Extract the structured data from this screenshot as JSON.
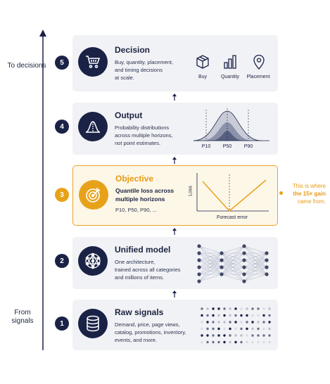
{
  "axis": {
    "top_label": "To decisions",
    "bottom_label": "From signals"
  },
  "stages": [
    {
      "number": "5",
      "title": "Decision",
      "text": [
        "Buy, quantity, placement,",
        "and timing decisions",
        "at scale."
      ],
      "icons": [
        {
          "name": "box-icon",
          "label": "Buy"
        },
        {
          "name": "bar-chart-icon",
          "label": "Quantity"
        },
        {
          "name": "map-pin-icon",
          "label": "Placement"
        }
      ]
    },
    {
      "number": "4",
      "title": "Output",
      "text": [
        "Probability distributions",
        "across multiple horizons,",
        "not point estimates."
      ],
      "quantiles": [
        "P10",
        "P50",
        "P90"
      ]
    },
    {
      "number": "3",
      "title": "Objective",
      "subtitle": [
        "Quantile loss across",
        "multiple horizons"
      ],
      "text": [
        "P10, P50, P90, ..."
      ],
      "plot": {
        "ylabel": "Loss",
        "xlabel": "Forecast error"
      }
    },
    {
      "number": "2",
      "title": "Unified model",
      "text": [
        "One architecture,",
        "trained across all categories",
        "and millions of items."
      ]
    },
    {
      "number": "1",
      "title": "Raw signals",
      "text": [
        "Demand, price, page views,",
        "catalog, promotions, inventory,",
        "events, and more."
      ]
    }
  ],
  "note": {
    "before": "This is where",
    "highlight": "the 15× gain",
    "after": "came from."
  },
  "colors": {
    "navy": "#1a2246",
    "accent": "#e8a21a",
    "card_bg": "#f1f2f5",
    "accent_bg": "#fdf7e8"
  }
}
